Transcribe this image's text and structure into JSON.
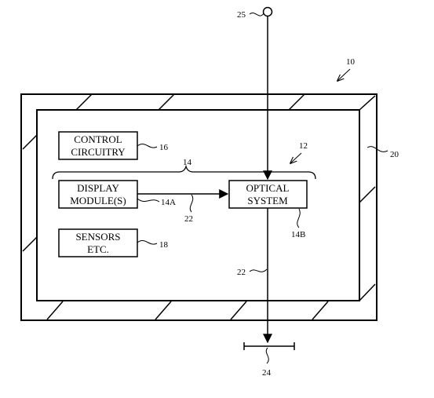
{
  "boxes": {
    "control": {
      "line1": "CONTROL",
      "line2": "CIRCUITRY"
    },
    "display": {
      "line1": "DISPLAY",
      "line2": "MODULE(S)"
    },
    "optical": {
      "line1": "OPTICAL",
      "line2": "SYSTEM"
    },
    "sensors": {
      "line1": "SENSORS",
      "line2": "ETC."
    }
  },
  "refs": {
    "device": "10",
    "optical_group": "12",
    "module_group": "14",
    "display_ref": "14A",
    "optical_ref": "14B",
    "control_ref": "16",
    "sensors_ref": "18",
    "housing_ref": "20",
    "light_inner": "22",
    "light_outer": "22",
    "eye_box": "24",
    "world_source": "25"
  },
  "colors": {
    "ink": "#000000",
    "paper": "#ffffff"
  }
}
